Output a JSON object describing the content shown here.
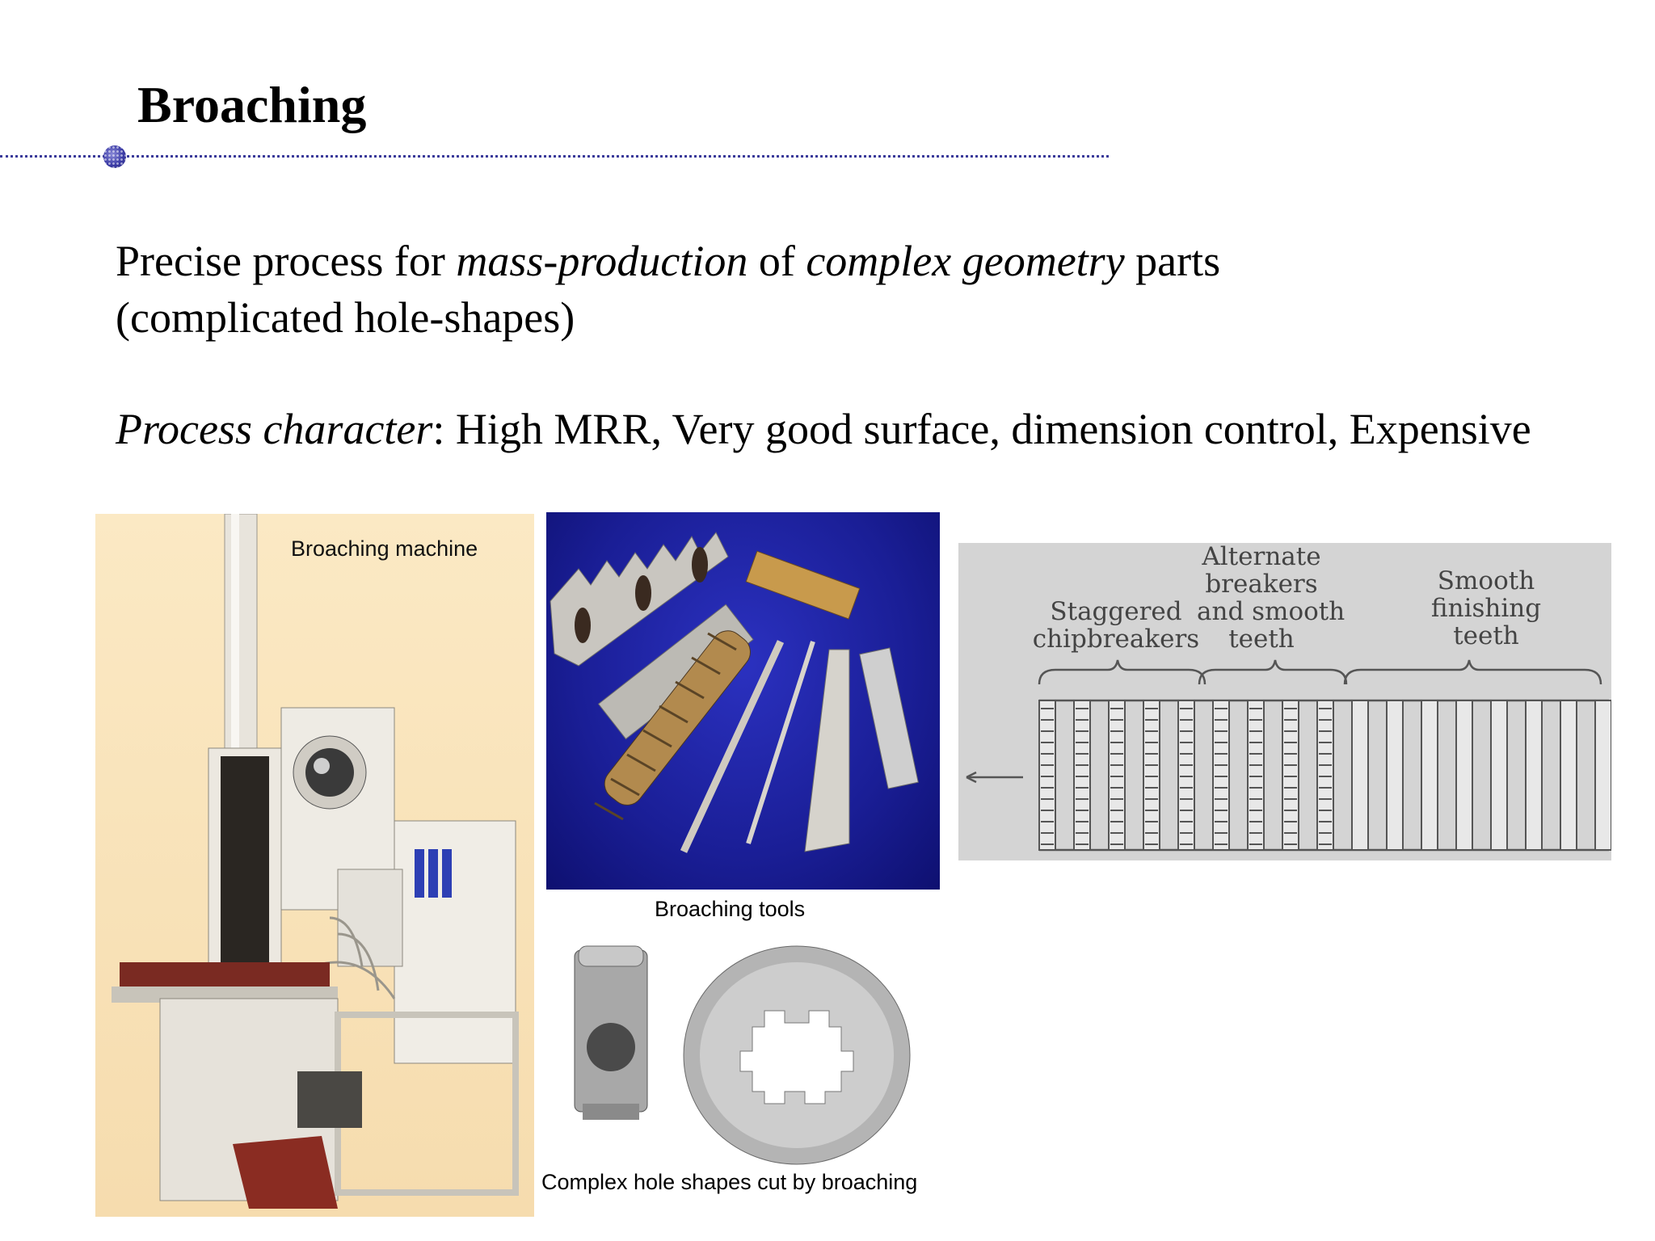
{
  "slide": {
    "title": "Broaching",
    "line1": {
      "a": "Precise process for ",
      "b": "mass-production",
      "c": " of ",
      "d": "complex geometry",
      "e": " parts"
    },
    "line2": "(complicated hole-shapes)",
    "line3": {
      "label": "Process character",
      "text": ": High MRR, Very good surface, dimension control, Expensive"
    }
  },
  "figures": {
    "machine_caption": "Broaching machine",
    "tools_caption": "Broaching tools",
    "holes_caption": "Complex hole shapes cut by broaching"
  },
  "diagram": {
    "label_alternate_1": "Alternate",
    "label_alternate_2": "breakers",
    "label_alternate_3": "and smooth",
    "label_alternate_4": "teeth",
    "label_smooth_1": "Smooth",
    "label_smooth_2": "finishing",
    "label_smooth_3": "teeth",
    "label_staggered_1": "Staggered",
    "label_staggered_2": "chipbreakers"
  },
  "colors": {
    "rule": "#3a3a9a",
    "machine_bg": "#fbe9c4",
    "tools_bg": "#1a1e96",
    "diagram_bg": "#d4d4d4"
  }
}
